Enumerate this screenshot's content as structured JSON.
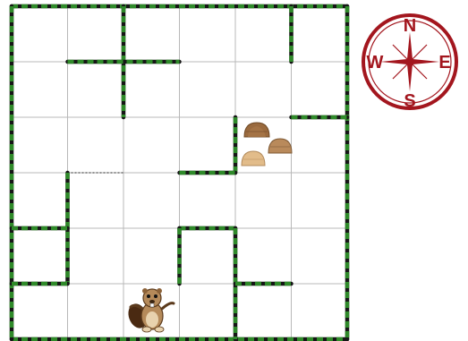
{
  "maze": {
    "cols": 6,
    "rows": 6,
    "grid_color": "#b8b8b8",
    "wall_dark": "#161616",
    "wall_green": "#2f8a2a",
    "walls": [
      {
        "name": "wall-top-border",
        "from": [
          0,
          0
        ],
        "to": [
          6,
          0
        ]
      },
      {
        "name": "wall-bottom-border",
        "from": [
          0,
          6
        ],
        "to": [
          6,
          6
        ]
      },
      {
        "name": "wall-left-border",
        "from": [
          0,
          0
        ],
        "to": [
          0,
          6
        ]
      },
      {
        "name": "wall-right-border",
        "from": [
          6,
          0
        ],
        "to": [
          6,
          6
        ]
      },
      {
        "name": "wall-inner-v1",
        "from": [
          2,
          0
        ],
        "to": [
          2,
          2
        ]
      },
      {
        "name": "wall-inner-h1",
        "from": [
          1,
          1
        ],
        "to": [
          3,
          1
        ]
      },
      {
        "name": "wall-inner-v2",
        "from": [
          5,
          0
        ],
        "to": [
          5,
          1
        ]
      },
      {
        "name": "wall-inner-h2",
        "from": [
          5,
          2
        ],
        "to": [
          6,
          2
        ]
      },
      {
        "name": "wall-inner-v3",
        "from": [
          4,
          2
        ],
        "to": [
          4,
          3
        ]
      },
      {
        "name": "wall-inner-h3",
        "from": [
          3,
          3
        ],
        "to": [
          4,
          3
        ]
      },
      {
        "name": "wall-inner-v4",
        "from": [
          1,
          3
        ],
        "to": [
          1,
          5
        ]
      },
      {
        "name": "wall-inner-h4",
        "from": [
          0,
          4
        ],
        "to": [
          1,
          4
        ]
      },
      {
        "name": "wall-inner-h5",
        "from": [
          0,
          5
        ],
        "to": [
          1,
          5
        ]
      },
      {
        "name": "wall-inner-h6",
        "from": [
          3,
          4
        ],
        "to": [
          4,
          4
        ]
      },
      {
        "name": "wall-inner-v5",
        "from": [
          3,
          4
        ],
        "to": [
          3,
          5
        ]
      },
      {
        "name": "wall-inner-v6",
        "from": [
          4,
          4
        ],
        "to": [
          4,
          6
        ]
      },
      {
        "name": "wall-inner-h7",
        "from": [
          4,
          5
        ],
        "to": [
          5,
          5
        ]
      }
    ],
    "hint_edges": [
      {
        "name": "dotted-edge",
        "from": [
          1,
          3
        ],
        "to": [
          2,
          3
        ]
      }
    ],
    "goal": {
      "name": "rock-pile",
      "col": 4,
      "row": 2
    },
    "player": {
      "name": "beaver-character",
      "col": 2,
      "row": 5
    }
  },
  "compass": {
    "north": "N",
    "south": "S",
    "east": "E",
    "west": "W",
    "ring_color": "#a3161e"
  }
}
